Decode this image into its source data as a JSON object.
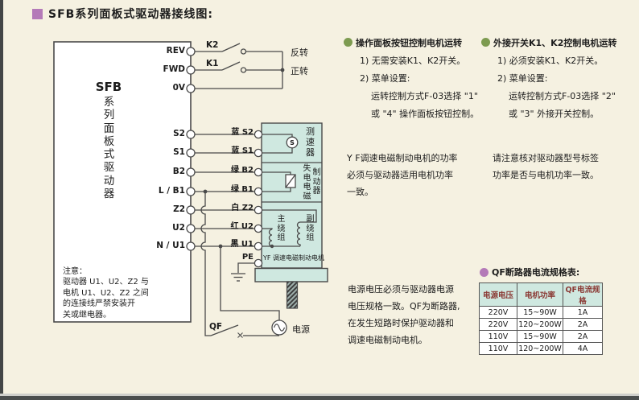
{
  "page": {
    "title": "SFB系列面板式驱动器接线图:",
    "colors": {
      "background": "#f5f1e1",
      "accent_purple": "#b47ab8",
      "accent_green": "#7d9b50",
      "motor_teal": "#cfe8e0",
      "line": "#4a4a4a",
      "table_header_text": "#8b3a35"
    }
  },
  "driver": {
    "label_latin": "SFB",
    "label_vertical": "系列面板式驱动器",
    "terminals": [
      "REV",
      "FWD",
      "0V",
      "S2",
      "S1",
      "B2",
      "L / B1",
      "Z2",
      "U2",
      "N / U1"
    ],
    "note": {
      "lines": [
        "注意：",
        "驱动器 U1、U2、Z2 与",
        "电机 U1、U2、Z2 之间",
        "的连接线严禁安装开",
        "关或继电器。"
      ]
    }
  },
  "control": {
    "k2": "K2",
    "k1": "K1",
    "reverse": "反转",
    "forward": "正转"
  },
  "motor": {
    "wire_labels": [
      "蓝 S2",
      "蓝 S1",
      "绿 B2",
      "绿 B1",
      "白 Z2",
      "红 U2",
      "黑 U1",
      "PE"
    ],
    "tachometer": "测速器",
    "tachometer_symbol": "S",
    "brake_col1": "失电电磁",
    "brake_col2": "制动器",
    "main_winding": "主绕组",
    "aux_winding": "副绕组",
    "caption": "YF 调速电磁制动电机"
  },
  "power": {
    "breaker": "QF",
    "source": "电源"
  },
  "notes": {
    "panel": {
      "heading": "操作面板按钮控制电机运转",
      "item1": "1) 无需安装K1、K2开关。",
      "item2": "2) 菜单设置:",
      "item2a": "运转控制方式F-03选择 \"1\"",
      "item2b": "或 \"4\" 操作面板按钮控制。"
    },
    "external": {
      "heading": "外接开关K1、K2控制电机运转",
      "item1": "1) 必须安装K1、K2开关。",
      "item2": "2) 菜单设置:",
      "item2a": "运转控制方式F-03选择 \"2\"",
      "item2b": "或 \"3\" 外接开关控制。"
    },
    "motor_power": {
      "lines": [
        "Y F调速电磁制动电机的功率",
        "必须与驱动器适用电机功率",
        "一致。"
      ]
    },
    "label_check": {
      "lines": [
        "请注意核对驱动器型号标签",
        "功率是否与电机功率一致。"
      ]
    },
    "supply": {
      "lines": [
        "电源电压必须与驱动器电源",
        "电压规格一致。QF为断路器,",
        "在发生短路时保护驱动器和",
        "调速电磁制动电机。"
      ]
    }
  },
  "table": {
    "title": "QF断路器电流规格表:",
    "headers": [
      "电源电压",
      "电机功率",
      "QF电流规格"
    ],
    "rows": [
      [
        "220V",
        "15~90W",
        "1A"
      ],
      [
        "220V",
        "120~200W",
        "2A"
      ],
      [
        "110V",
        "15~90W",
        "2A"
      ],
      [
        "110V",
        "120~200W",
        "4A"
      ]
    ]
  }
}
